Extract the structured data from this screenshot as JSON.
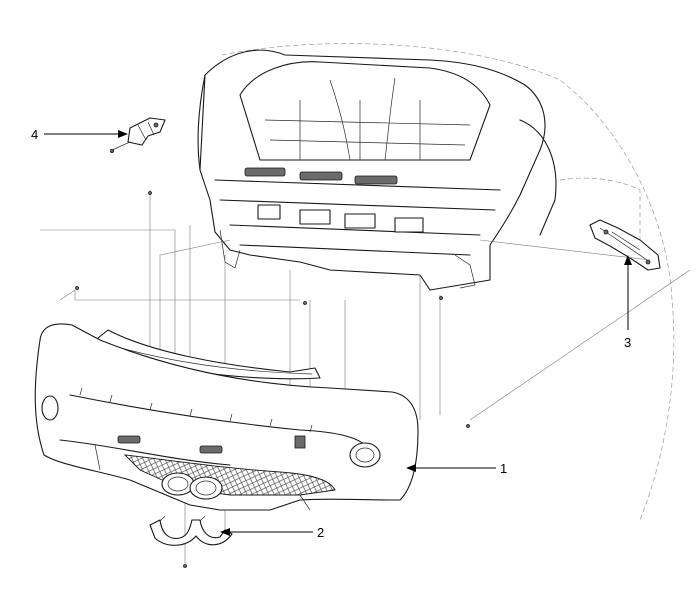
{
  "callouts": [
    {
      "id": "1",
      "label": "1"
    },
    {
      "id": "2",
      "label": "2"
    },
    {
      "id": "3",
      "label": "3"
    },
    {
      "id": "4",
      "label": "4"
    }
  ],
  "colors": {
    "line": "#1a1a1a",
    "background": "#ffffff",
    "ghost": "#9a9a9a"
  }
}
